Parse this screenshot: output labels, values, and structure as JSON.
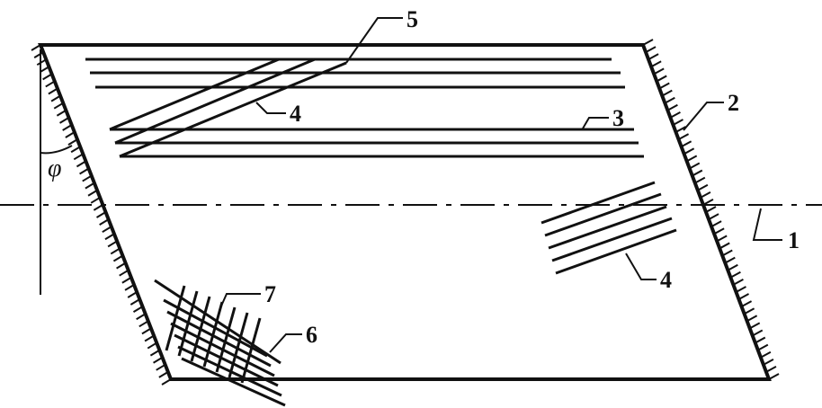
{
  "labels": {
    "l1": "1",
    "l2": "2",
    "l3": "3",
    "l4_upper": "4",
    "l4_lower": "4",
    "l5": "5",
    "l6": "6",
    "l7": "7"
  },
  "angle_symbol": "φ",
  "colors": {
    "ink": "#111111",
    "background": "#ffffff"
  }
}
